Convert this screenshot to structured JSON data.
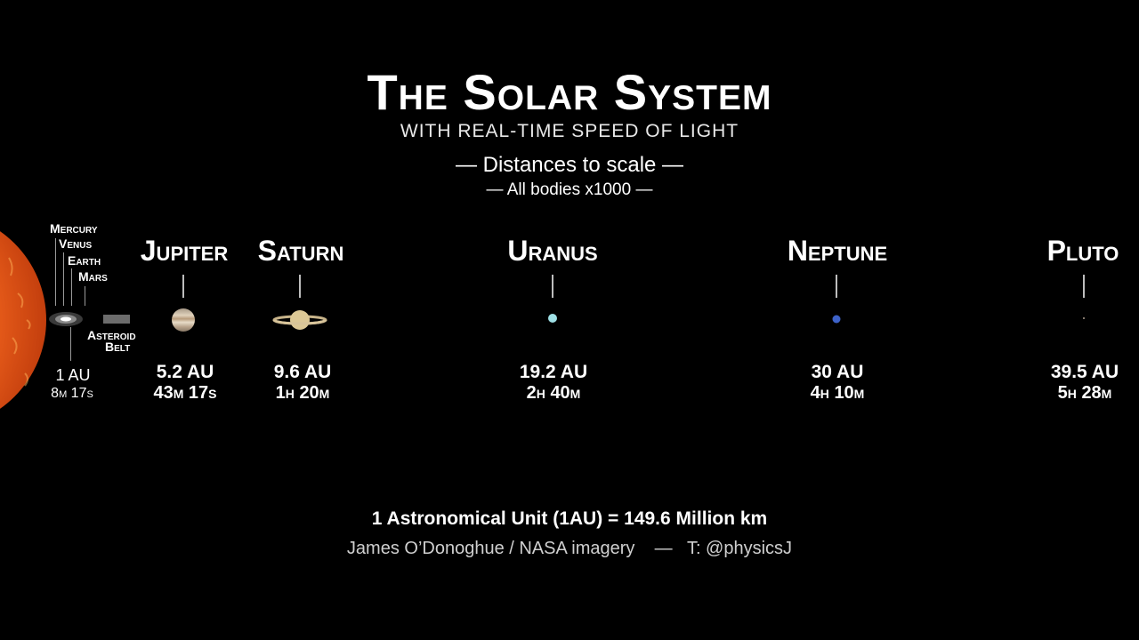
{
  "header": {
    "title": "The Solar System",
    "subtitle": "WITH REAL-TIME SPEED OF LIGHT",
    "scale_note": "— Distances to scale —",
    "bodies_note": "— All bodies x1000 —"
  },
  "inner_labels": {
    "mercury": "Mercury",
    "venus": "Venus",
    "earth": "Earth",
    "mars": "Mars",
    "asteroid_belt_1": "Asteroid",
    "asteroid_belt_2": "Belt",
    "earth_distance": "1 AU",
    "earth_time": "8m 17s"
  },
  "planets": [
    {
      "name": "Jupiter",
      "distance": "5.2 AU",
      "time": "43m 17s",
      "color": "#c9b7a0"
    },
    {
      "name": "Saturn",
      "distance": "9.6 AU",
      "time": "1h 20m",
      "color": "#d9c48a"
    },
    {
      "name": "Uranus",
      "distance": "19.2 AU",
      "time": "2h 40m",
      "color": "#9fe0e6"
    },
    {
      "name": "Neptune",
      "distance": "30 AU",
      "time": "4h 10m",
      "color": "#3d62c9"
    },
    {
      "name": "Pluto",
      "distance": "39.5 AU",
      "time": "5h 28m",
      "color": "#b0a090"
    }
  ],
  "footer": {
    "au_definition": "1 Astronomical Unit (1AU) = 149.6 Million km",
    "credit": "James O’Donoghue / NASA imagery    —   T: @physicsJ"
  },
  "colors": {
    "sun": "#e2561a",
    "background": "#000000"
  }
}
